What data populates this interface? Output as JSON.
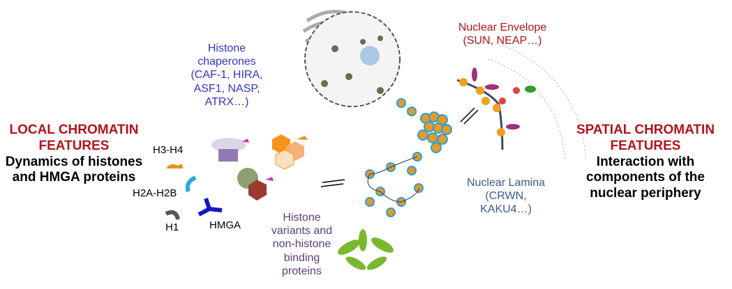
{
  "local": {
    "title_line1": "LOCAL CHROMATIN",
    "title_line2": "FEATURES",
    "sub_line1": "Dynamics of histones",
    "sub_line2": "and HMGA proteins"
  },
  "spatial": {
    "title_line1": "SPATIAL CHROMATIN",
    "title_line2": "FEATURES",
    "sub_line1": "Interaction with",
    "sub_line2": "components of the",
    "sub_line3": "nuclear periphery"
  },
  "chaperones": {
    "lines": [
      "Histone",
      "chaperones",
      "(CAF-1, HIRA,",
      "ASF1, NASP,",
      "ATRX…)"
    ]
  },
  "envelope": {
    "lines": [
      "Nuclear Envelope",
      "(SUN, NEAP…)"
    ]
  },
  "lamina": {
    "lines": [
      "Nuclear Lamina",
      "(CRWN,",
      "KAKU4…)"
    ]
  },
  "variants": {
    "lines": [
      "Histone",
      "variants and",
      "non-histone",
      "binding",
      "proteins"
    ]
  },
  "proteins": {
    "h3h4": "H3-H4",
    "h2ah2b": "H2A-H2B",
    "h1": "H1",
    "hmga": "HMGA"
  },
  "colors": {
    "red": "#b5121b",
    "chaperone_blue": "#3333cc",
    "lamina_blue": "#3a5a8c",
    "variant_purple": "#5a3d7a"
  }
}
